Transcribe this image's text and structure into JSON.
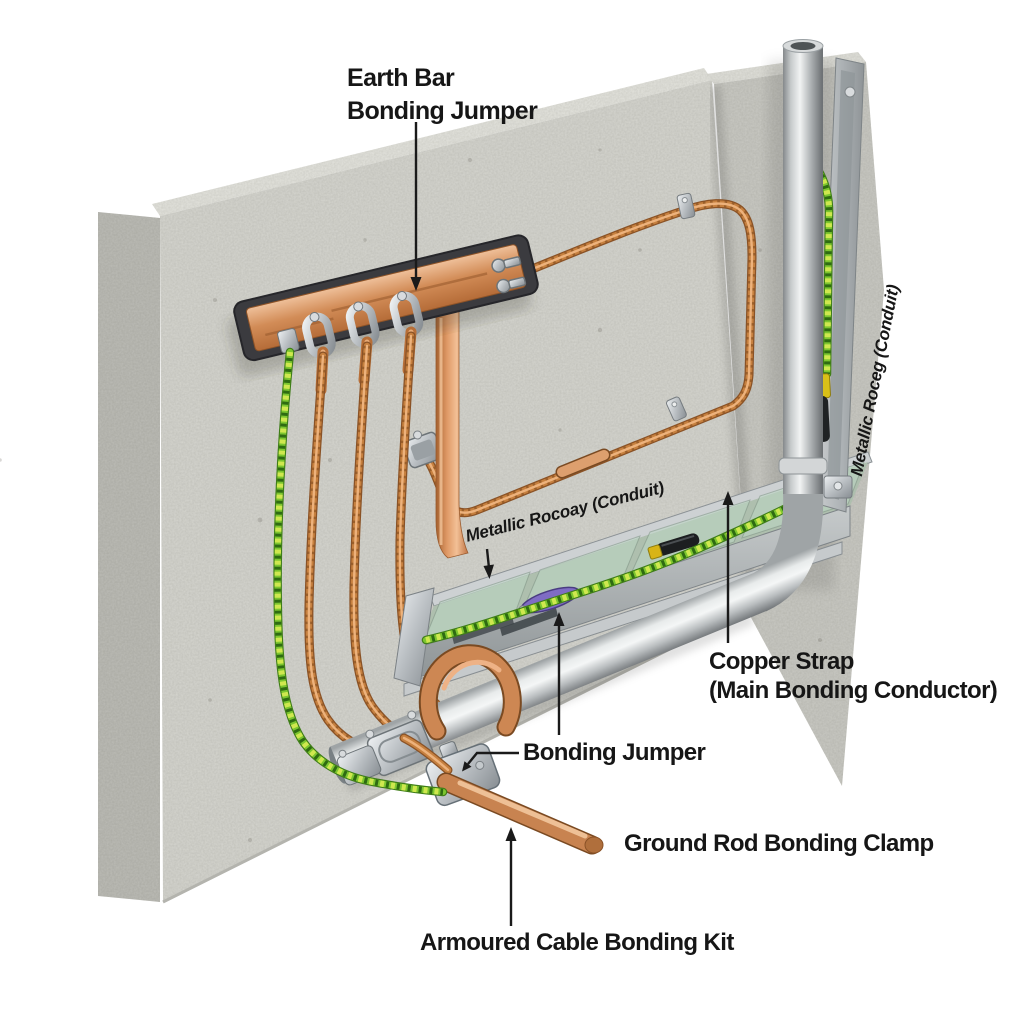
{
  "labels": {
    "earth_bar_line1": "Earth Bar",
    "earth_bar_line2": "Bonding Jumper",
    "raceway_mid": "Metallic Rocoay (Conduit)",
    "raceway_right": "Metallic Roceg (Conduit)",
    "copper_strap_line1": "Copper Strap",
    "copper_strap_line2": "(Main Bonding Conductor)",
    "bonding_jumper": "Bonding Jumper",
    "ground_rod_clamp": "Ground Rod Bonding Clamp",
    "armoured_cable_kit": "Armoured Cable Bonding Kit"
  },
  "colors": {
    "label_color": "#161616",
    "copper": "#c6803f",
    "copper_strap": "#d89565",
    "green_wire": "#6db82e",
    "yellow_stripe": "#cfe84f",
    "concrete": "#d5d5cf",
    "concrete_side": "#bcbcb6",
    "metal": "#c8cccd",
    "earth_bar_mount": "#3b3b3f"
  }
}
